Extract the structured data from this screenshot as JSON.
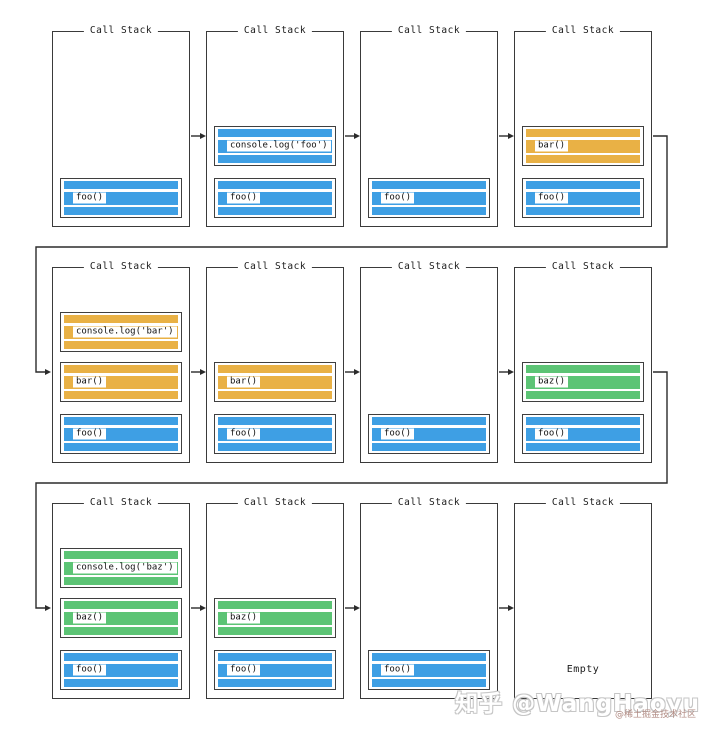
{
  "diagram": {
    "panels": [
      {
        "title": "Call Stack",
        "frames": [
          {
            "label": "foo()",
            "color": "blue",
            "slot": "bottom"
          }
        ]
      },
      {
        "title": "Call Stack",
        "frames": [
          {
            "label": "console.log('foo')",
            "color": "blue",
            "slot": "middle"
          },
          {
            "label": "foo()",
            "color": "blue",
            "slot": "bottom"
          }
        ]
      },
      {
        "title": "Call Stack",
        "frames": [
          {
            "label": "foo()",
            "color": "blue",
            "slot": "bottom"
          }
        ]
      },
      {
        "title": "Call Stack",
        "frames": [
          {
            "label": "bar()",
            "color": "orange",
            "slot": "middle"
          },
          {
            "label": "foo()",
            "color": "blue",
            "slot": "bottom"
          }
        ]
      },
      {
        "title": "Call Stack",
        "frames": [
          {
            "label": "console.log('bar')",
            "color": "orange",
            "slot": "top"
          },
          {
            "label": "bar()",
            "color": "orange",
            "slot": "middle"
          },
          {
            "label": "foo()",
            "color": "blue",
            "slot": "bottom"
          }
        ]
      },
      {
        "title": "Call Stack",
        "frames": [
          {
            "label": "bar()",
            "color": "orange",
            "slot": "middle"
          },
          {
            "label": "foo()",
            "color": "blue",
            "slot": "bottom"
          }
        ]
      },
      {
        "title": "Call Stack",
        "frames": [
          {
            "label": "foo()",
            "color": "blue",
            "slot": "bottom"
          }
        ]
      },
      {
        "title": "Call Stack",
        "frames": [
          {
            "label": "baz()",
            "color": "green",
            "slot": "middle"
          },
          {
            "label": "foo()",
            "color": "blue",
            "slot": "bottom"
          }
        ]
      },
      {
        "title": "Call Stack",
        "frames": [
          {
            "label": "console.log('baz')",
            "color": "green",
            "slot": "top"
          },
          {
            "label": "baz()",
            "color": "green",
            "slot": "middle"
          },
          {
            "label": "foo()",
            "color": "blue",
            "slot": "bottom"
          }
        ]
      },
      {
        "title": "Call Stack",
        "frames": [
          {
            "label": "baz()",
            "color": "green",
            "slot": "middle"
          },
          {
            "label": "foo()",
            "color": "blue",
            "slot": "bottom"
          }
        ]
      },
      {
        "title": "Call Stack",
        "frames": [
          {
            "label": "foo()",
            "color": "blue",
            "slot": "bottom"
          }
        ]
      },
      {
        "title": "Call Stack",
        "frames": [],
        "empty_label": "Empty"
      }
    ]
  },
  "colors": {
    "blue": "#3e9fe4",
    "orange": "#e9b145",
    "green": "#5cc475",
    "line": "#2b2b2b"
  },
  "watermark": {
    "main": "知乎 @WangHaoyu",
    "sub": "@稀土掘金技术社区"
  }
}
